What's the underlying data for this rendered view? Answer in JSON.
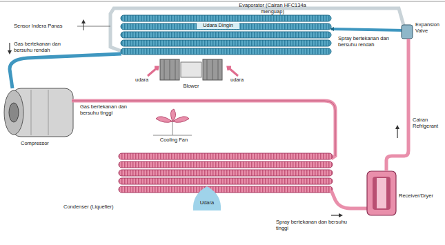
{
  "diagram": {
    "labels": [
      "Evaporator (Cairan HFC134a menguap)",
      "Udara Dingin",
      "Sensor Indera Panas",
      "Spray bertekanan dan bersuhu rendah",
      "Expansion Valve",
      "Gas bertekanan dan bersuhu rendah",
      "udara",
      "Blower",
      "udara",
      "Gas bertekanan dan bersuhu tinggi",
      "Compressor",
      "Cooling Fan",
      "Condenser (Liquefier)",
      "Udara",
      "Spray bertekanan dan bersuhu tinggi",
      "Receiver/Dryer",
      "Cairan Refrigerant"
    ]
  }
}
